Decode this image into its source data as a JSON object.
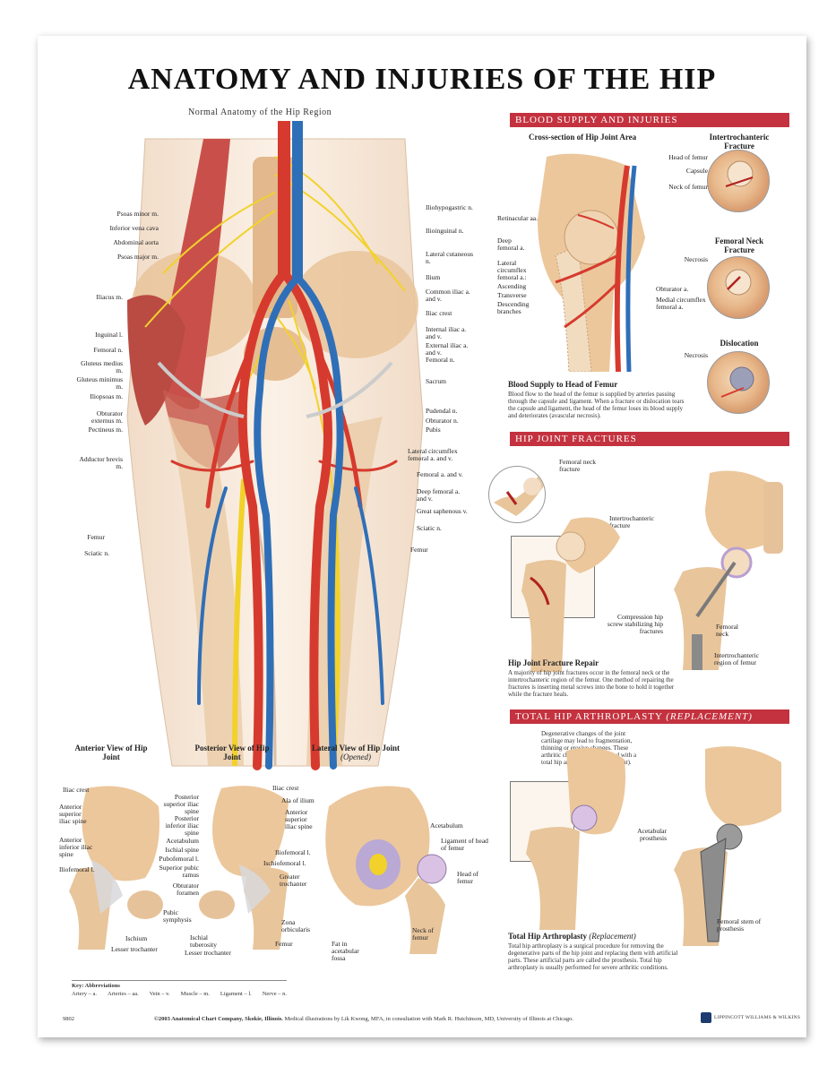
{
  "title": "ANATOMY AND INJURIES OF THE HIP",
  "main_view_title": "Normal Anatomy of the Hip Region",
  "left_labels": [
    "Psoas minor m.",
    "Inferior vena cava",
    "Abdominal aorta",
    "Psoas major m.",
    "Iliacus m.",
    "Inguinal l.",
    "Femoral n.",
    "Gluteus medius m.",
    "Gluteus minimus m.",
    "Iliopsoas m.",
    "Obturator externus m.",
    "Pectineus m.",
    "Adductor brevis m.",
    "Femur",
    "Sciatic n."
  ],
  "right_labels": [
    "Iliohypogastric n.",
    "Ilioinguinal n.",
    "Lateral cutaneous n.",
    "Ilium",
    "Common iliac a. and v.",
    "Iliac crest",
    "Internal iliac a. and v.",
    "External iliac a. and v.",
    "Femoral n.",
    "Sacrum",
    "Pudendal n.",
    "Obturator n.",
    "Pubis",
    "Lateral circumflex femoral a. and v.",
    "Femoral a. and v.",
    "Deep femoral a. and v.",
    "Great saphenous v.",
    "Sciatic n.",
    "Femur"
  ],
  "blood": {
    "header": "BLOOD SUPPLY AND INJURIES",
    "cross_title": "Cross-section of Hip Joint Area",
    "intertroch_title": "Intertrochanteric Fracture",
    "neck_title": "Femoral Neck Fracture",
    "disloc_title": "Dislocation",
    "labels": [
      "Retinacular aa.",
      "Deep femoral a.",
      "Lateral circumflex femoral a.:",
      "Ascending",
      "Transverse",
      "Descending branches",
      "Obturator a.",
      "Medial circumflex femoral a."
    ],
    "small_labels": [
      "Head of femur",
      "Capsule",
      "Neck of femur",
      "Necrosis",
      "Necrosis"
    ],
    "sub_title": "Blood Supply to Head of Femur",
    "text": "Blood flow to the head of the femur is supplied by arteries passing through the capsule and ligament. When a fracture or dislocation tears the capsule and ligament, the head of the femur loses its blood supply and deteriorates (avascular necrosis)."
  },
  "fractures": {
    "header": "HIP JOINT FRACTURES",
    "labels": [
      "Femoral neck fracture",
      "Intertrochanteric fracture",
      "Compression hip screw stabilizing hip fractures",
      "Femoral neck",
      "Intertrochanteric region of femur"
    ],
    "sub_title": "Hip Joint Fracture Repair",
    "text": "A majority of hip joint fractures occur in the femoral neck or the intertrochanteric region of the femur. One method of repairing the fractures is inserting metal screws into the bone to hold it together while the fracture heals."
  },
  "arthro": {
    "header": "TOTAL HIP ARTHROPLASTY",
    "header_italic": "(REPLACEMENT)",
    "callout": "Degenerative changes of the joint cartilage may lead to fragmentation, thinning or erosive changes. These arthritic changes can be treated with a total hip arthroplasty (replacement).",
    "labels": [
      "Acetabular prosthesis",
      "Femoral stem of prosthesis"
    ],
    "sub_title": "Total Hip Arthroplasty",
    "sub_title_italic": "(Replacement)",
    "text": "Total hip arthroplasty is a surgical procedure for removing the degenerative parts of the hip joint and replacing them with artificial parts. These artificial parts are called the prosthesis. Total hip arthroplasty is usually performed for severe arthritic conditions."
  },
  "bottom": {
    "anterior_title": "Anterior View of Hip Joint",
    "posterior_title": "Posterior View of Hip Joint",
    "lateral_title": "Lateral View of Hip Joint",
    "lateral_italic": "(Opened)",
    "anterior_labels": [
      "Iliac crest",
      "Anterior superior iliac spine",
      "Anterior inferior iliac spine",
      "Iliofemoral l.",
      "Pubic symphysis",
      "Ischium",
      "Lesser trochanter"
    ],
    "posterior_labels": [
      "Posterior superior iliac spine",
      "Posterior inferior iliac spine",
      "Acetabulum",
      "Ischial spine",
      "Pubofemoral l.",
      "Superior pubic ramus",
      "Obturator foramen",
      "Iliac crest",
      "Ala of ilium",
      "Anterior superior iliac spine",
      "Iliofemoral l.",
      "Ischiofemoral l.",
      "Greater trochanter",
      "Zona orbicularis",
      "Ischial tuberosity",
      "Lesser trochanter",
      "Femur"
    ],
    "lateral_labels": [
      "Acetabulum",
      "Ligament of head of femur",
      "Head of femur",
      "Neck of femur",
      "Fat in acetabular fossa"
    ]
  },
  "key": {
    "title": "Key: Abbreviations",
    "items": [
      "Artery – a.",
      "Arteries – aa.",
      "Vein – v.",
      "Muscle – m.",
      "Ligament – l.",
      "Nerve – n."
    ]
  },
  "footer": {
    "code": "9802",
    "copyright": "©2003 Anatomical Chart Company, Skokie, Illinois.",
    "credits": "Medical illustrations by Lik Kwong, MFA, in consultation with Mark R. Hutchinson, MD, University of Illinois at Chicago.",
    "publisher": "LIPPINCOTT WILLIAMS & WILKINS"
  },
  "colors": {
    "accent": "#c4323f",
    "artery": "#d63a2e",
    "vein": "#2f6fb8",
    "nerve": "#f2d22a",
    "bone": "#e8bf8e",
    "muscle": "#c9504a"
  }
}
